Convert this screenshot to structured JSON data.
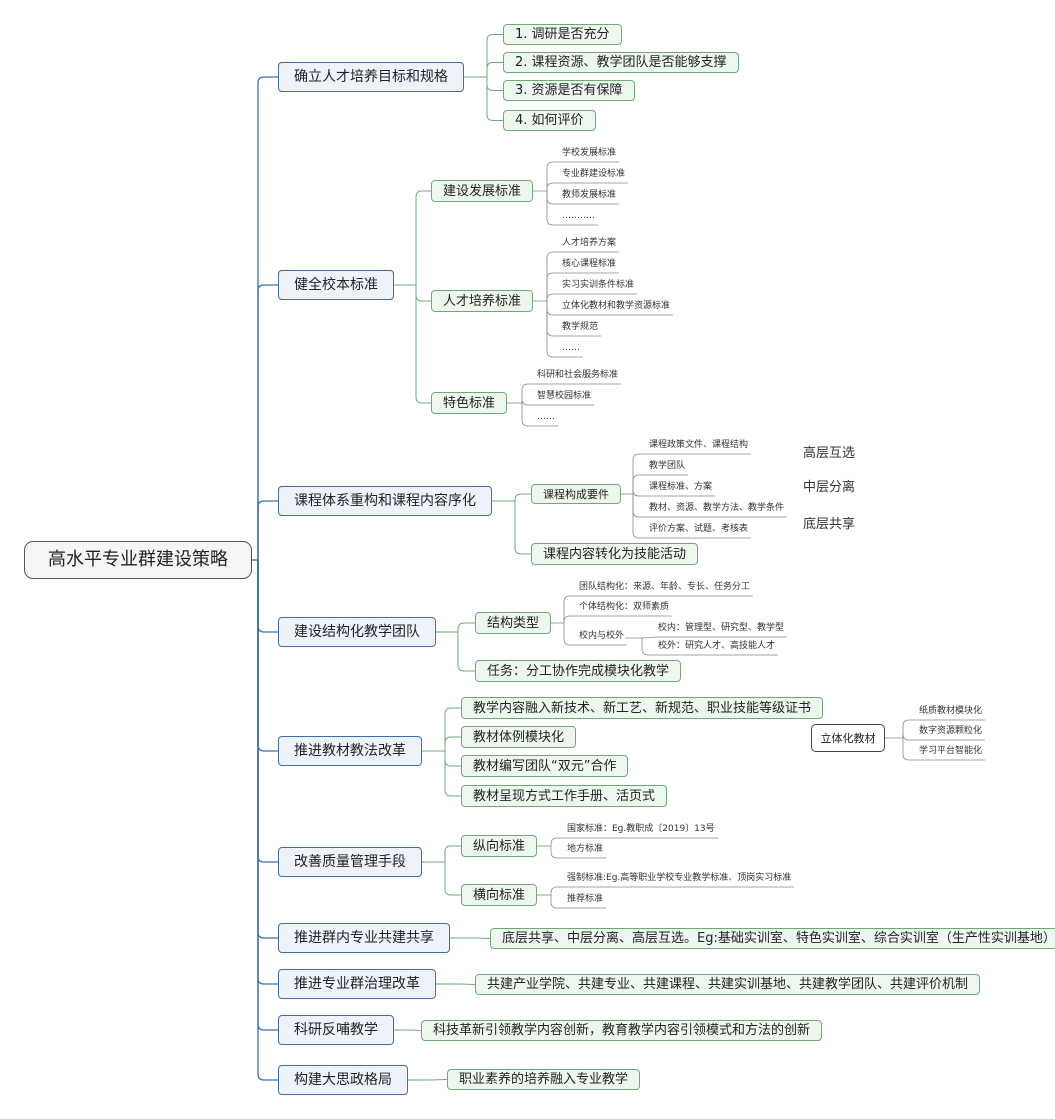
{
  "root": "高水平专业群建设策略",
  "branches": [
    {
      "label": "确立人才培养目标和规格",
      "children": [
        {
          "label": "1. 调研是否充分"
        },
        {
          "label": "2. 课程资源、教学团队是否能够支撑"
        },
        {
          "label": "3. 资源是否有保障"
        },
        {
          "label": "4. 如何评价"
        }
      ]
    },
    {
      "label": "健全校本标准",
      "children": [
        {
          "label": "建设发展标准",
          "children": [
            "学校发展标准",
            "专业群建设标准",
            "教师发展标准",
            "……….."
          ]
        },
        {
          "label": "人才培养标准",
          "children": [
            "人才培养方案",
            "核心课程标准",
            "实习实训条件标准",
            "立体化教材和教学资源标准",
            "教学规范",
            "……"
          ]
        },
        {
          "label": "特色标准",
          "children": [
            "科研和社会服务标准",
            "智慧校园标准",
            "……"
          ]
        }
      ]
    },
    {
      "label": "课程体系重构和课程内容序化",
      "children": [
        {
          "label": "课程构成要件",
          "children": [
            "课程政策文件、课程结构",
            "教学团队",
            "课程标准、方案",
            "教材、资源、教学方法、教学条件",
            "评价方案、试题、考核表"
          ]
        },
        {
          "label": "课程内容转化为技能活动"
        }
      ]
    },
    {
      "label": "建设结构化教学团队",
      "children": [
        {
          "label": "结构类型",
          "children": [
            "团队结构化：来源、年龄、专长、任务分工",
            "个体结构化：双师素质",
            "校内与校外"
          ],
          "sub": [
            "校内：管理型、研究型、教学型",
            "校外：研究人才、高技能人才"
          ]
        },
        {
          "label": "任务：分工协作完成模块化教学"
        }
      ]
    },
    {
      "label": "推进教材教法改革",
      "children": [
        {
          "label": "教学内容融入新技术、新工艺、新规范、职业技能等级证书"
        },
        {
          "label": "教材体例模块化"
        },
        {
          "label": "教材编写团队“双元”合作"
        },
        {
          "label": "教材呈现方式工作手册、活页式"
        }
      ]
    },
    {
      "label": "改善质量管理手段",
      "children": [
        {
          "label": "纵向标准",
          "children": [
            "国家标准：Eg.教职成〔2019〕13号",
            "地方标准"
          ]
        },
        {
          "label": "横向标准",
          "children": [
            "强制标准:Eg.高等职业学校专业教学标准、顶岗实习标准",
            "推荐标准"
          ]
        }
      ]
    },
    {
      "label": "推进群内专业共建共享",
      "children": [
        {
          "label": "底层共享、中层分离、高层互选。Eg:基础实训室、特色实训室、综合实训室（生产性实训基地）"
        }
      ]
    },
    {
      "label": "推进专业群治理改革",
      "children": [
        {
          "label": "共建产业学院、共建专业、共建课程、共建实训基地、共建教学团队、共建评价机制"
        }
      ]
    },
    {
      "label": "科研反哺教学",
      "children": [
        {
          "label": "科技革新引领教学内容创新，教育教学内容引领模式和方法的创新"
        }
      ]
    },
    {
      "label": "构建大思政格局",
      "children": [
        {
          "label": "职业素养的培养融入专业教学"
        }
      ]
    }
  ],
  "floating": [
    "高层互选",
    "中层分离",
    "底层共享"
  ],
  "side_topic": {
    "label": "立体化教材",
    "children": [
      "纸质教材模块化",
      "数字资源颗粒化",
      "学习平台智能化"
    ]
  },
  "colors": {
    "main_border": "#3f6fa6",
    "main_fill": "#eef3fb",
    "sub_border": "#6fa97a",
    "sub_fill": "#eef7ee",
    "line": "#3f6fa6",
    "green_line": "#6fa97a"
  }
}
